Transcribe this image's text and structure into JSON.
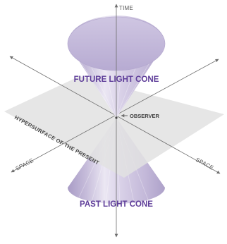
{
  "labels": {
    "time": "TIME",
    "space_left": "SPACE",
    "space_right": "SPACE",
    "observer": "OBSERVER",
    "future_cone": "FUTURE LIGHT CONE",
    "past_cone": "PAST LIGHT CONE",
    "hypersurface": "HYPERSURFACE OF THE PRESENT"
  },
  "colors": {
    "cone_light": "#e6e1f0",
    "cone_mid": "#c9c0dd",
    "cone_dark": "#a99cc6",
    "plane": "#e2e2e2",
    "axis": "#6e6e6e",
    "cone_text": "#5e3d99"
  }
}
